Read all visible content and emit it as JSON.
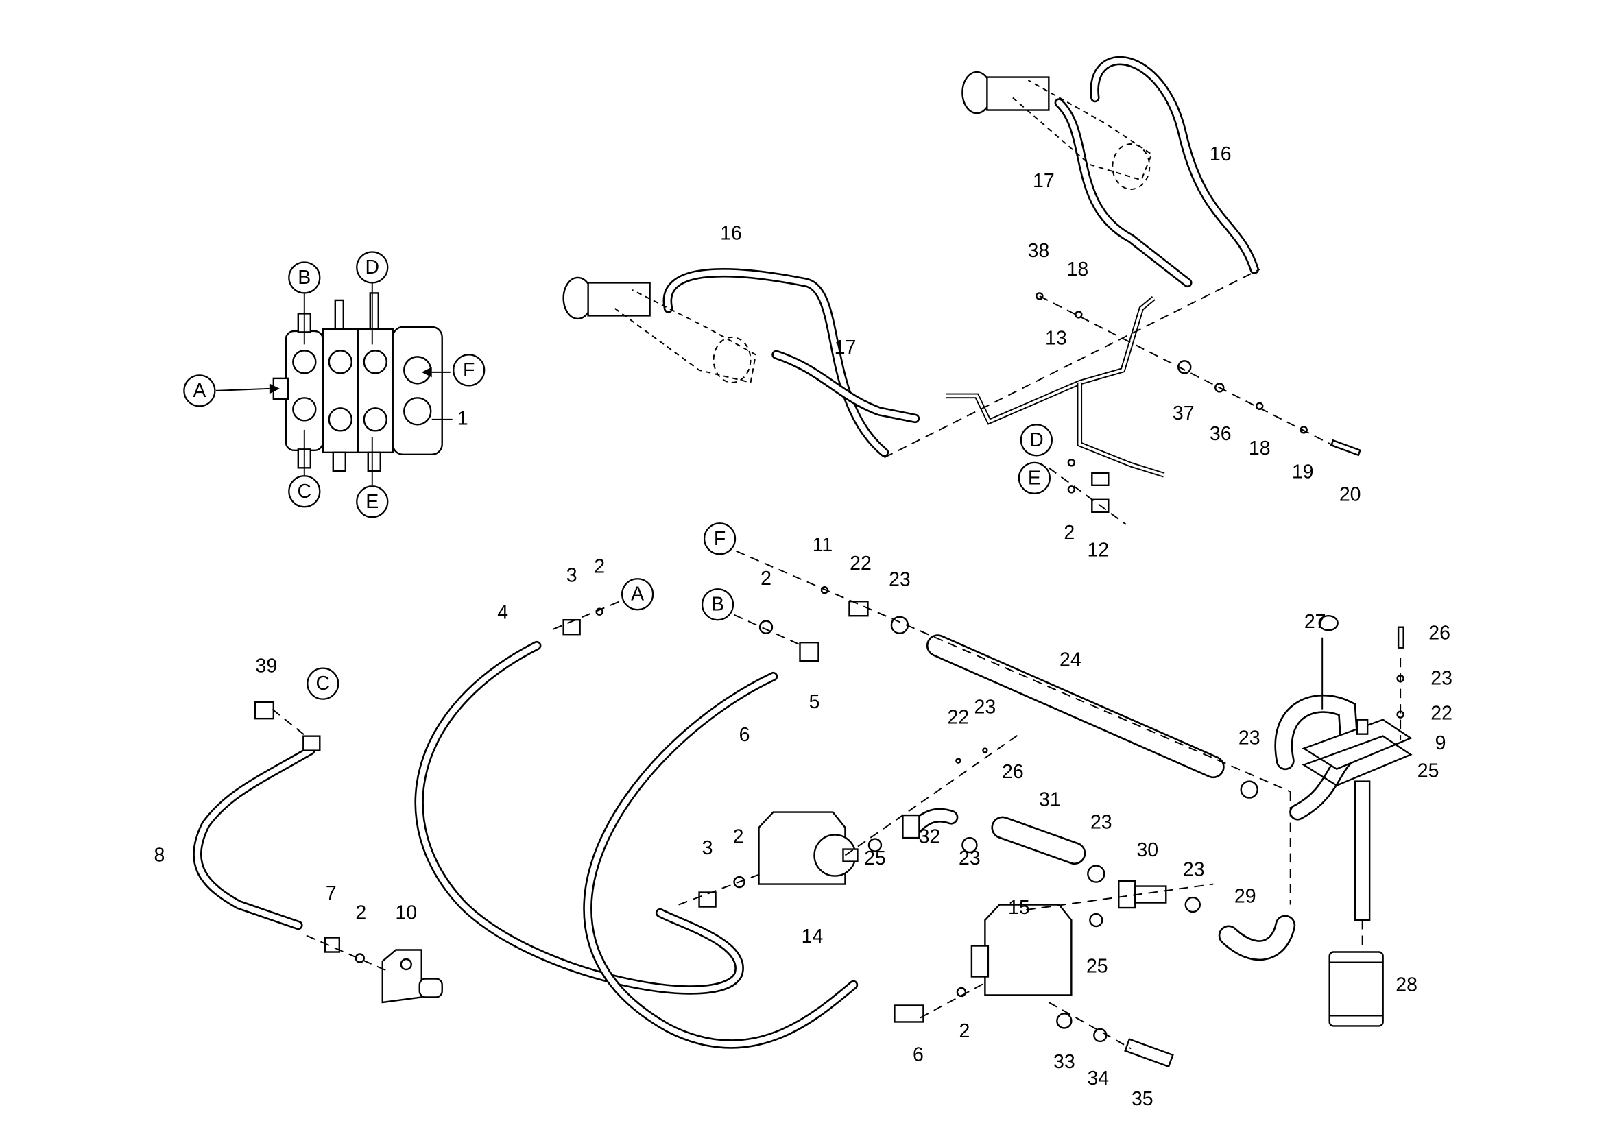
{
  "diagram": {
    "type": "exploded parts diagram (hydraulic system)",
    "callouts": [
      "B",
      "D",
      "A",
      "F",
      "C",
      "E",
      "D",
      "E",
      "F",
      "B",
      "A",
      "C"
    ],
    "part_numbers": [
      "1",
      "16",
      "16",
      "17",
      "17",
      "38",
      "18",
      "13",
      "37",
      "36",
      "18",
      "19",
      "20",
      "2",
      "12",
      "11",
      "22",
      "23",
      "2",
      "3",
      "2",
      "4",
      "24",
      "5",
      "6",
      "39",
      "8",
      "7",
      "2",
      "10",
      "27",
      "26",
      "23",
      "22",
      "9",
      "25",
      "23",
      "22",
      "23",
      "26",
      "31",
      "32",
      "23",
      "25",
      "3",
      "2",
      "14",
      "23",
      "30",
      "23",
      "29",
      "15",
      "25",
      "28",
      "6",
      "2",
      "33",
      "34",
      "35"
    ]
  }
}
